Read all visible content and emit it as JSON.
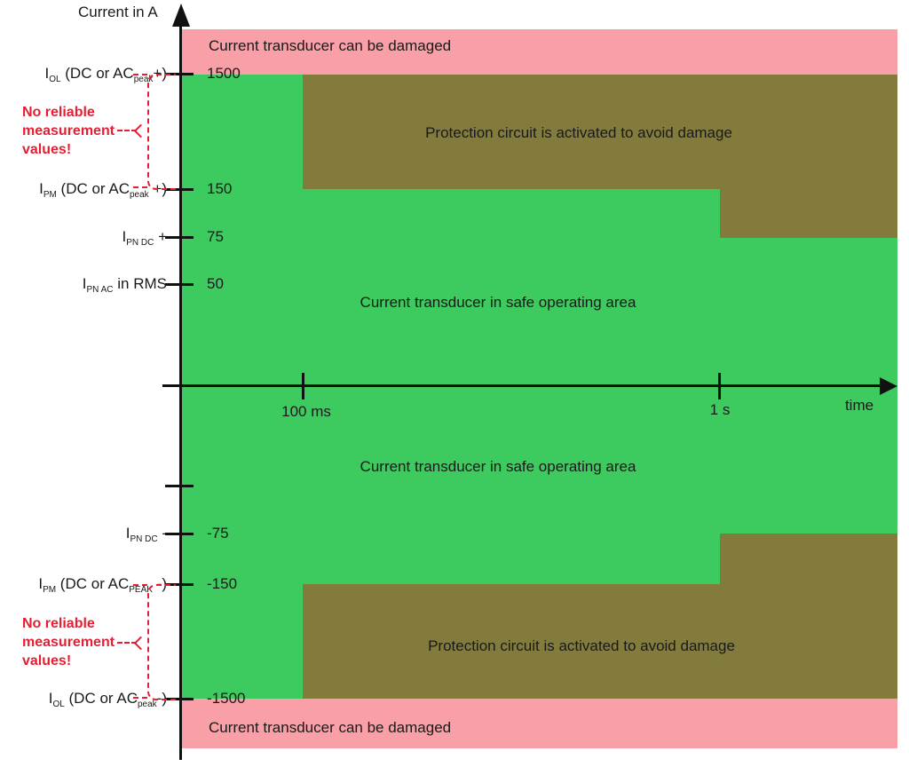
{
  "axis": {
    "y_title": "Current in A",
    "x_title": "time",
    "x_tick_labels": [
      "100 ms",
      "1 s"
    ],
    "y_tick_labels": [
      "1500",
      "150",
      "75",
      "50",
      "-75",
      "-150",
      "-1500"
    ]
  },
  "zones": {
    "damage_top": "Current transducer can be damaged",
    "protection_top": "Protection circuit is activated to avoid damage",
    "safe_top": "Current transducer in safe operating area",
    "safe_bottom": "Current transducer in safe operating area",
    "protection_bottom": "Protection circuit is activated to avoid damage",
    "damage_bottom": "Current transducer can be damaged"
  },
  "left_labels": [
    {
      "segments": [
        {
          "t": "I"
        },
        {
          "t": "OL",
          "sub": true
        },
        {
          "t": " (DC or AC"
        },
        {
          "t": "peak",
          "sub": true
        },
        {
          "t": "+)"
        }
      ]
    },
    {
      "segments": [
        {
          "t": "I"
        },
        {
          "t": "PM",
          "sub": true
        },
        {
          "t": " (DC or AC"
        },
        {
          "t": "peak",
          "sub": true
        },
        {
          "t": " +)"
        }
      ]
    },
    {
      "segments": [
        {
          "t": "I"
        },
        {
          "t": "PN DC",
          "sub": true
        },
        {
          "t": " +"
        }
      ]
    },
    {
      "segments": [
        {
          "t": "I"
        },
        {
          "t": "PN AC",
          "sub": true
        },
        {
          "t": " in RMS"
        }
      ]
    },
    {
      "segments": [
        {
          "t": "I"
        },
        {
          "t": "PN DC",
          "sub": true
        },
        {
          "t": " -"
        }
      ]
    },
    {
      "segments": [
        {
          "t": "I"
        },
        {
          "t": "PM",
          "sub": true
        },
        {
          "t": " (DC or AC"
        },
        {
          "t": "PEAK",
          "sub": true
        },
        {
          "t": " -)"
        }
      ]
    },
    {
      "segments": [
        {
          "t": "I"
        },
        {
          "t": "OL",
          "sub": true
        },
        {
          "t": " (DC or AC"
        },
        {
          "t": "peak",
          "sub": true
        },
        {
          "t": "-)"
        }
      ]
    }
  ],
  "annotations": {
    "no_reliable_top": {
      "line1": "No reliable",
      "line2": "measurement",
      "line3": "values!"
    },
    "no_reliable_bottom": {
      "line1": "No reliable",
      "line2": "measurement",
      "line3": "values!"
    }
  },
  "colors": {
    "safe_green": "#3dca5e",
    "protection_olive": "#827b3b",
    "damage_pink": "#f99fa7",
    "annotation_red": "#e51f33",
    "axis_black": "#111111"
  }
}
